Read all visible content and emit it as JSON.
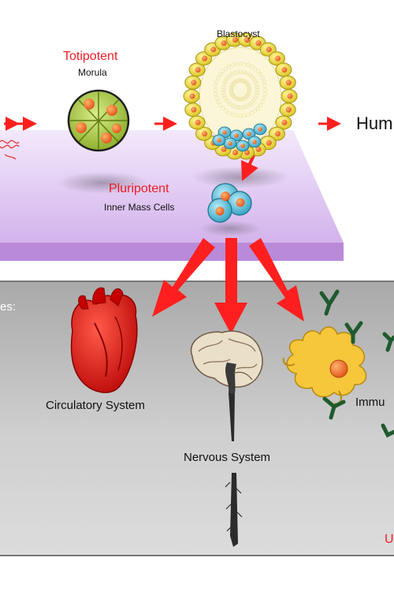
{
  "stages": {
    "totipotent": {
      "label": "Totipotent",
      "cell": "Morula"
    },
    "blastocyst": {
      "label": "Blastocyst"
    },
    "pluripotent": {
      "label": "Pluripotent",
      "cell": "Inner Mass Cells"
    },
    "human": {
      "label": "Hum"
    }
  },
  "panel": {
    "heading": "es:",
    "corner": "U"
  },
  "outcomes": {
    "circulatory": "Circulatory System",
    "nervous": "Nervous System",
    "immune": "Immu"
  },
  "colors": {
    "accent_red": "#ff1f1f",
    "label_red": "#ee1c24",
    "platform": "#dcc3ef",
    "panel_gray": "#c9c9c9",
    "morula_green": "#a4c639",
    "blastocyst_yellow": "#f2e34a",
    "cell_teal": "#4bb6d0",
    "heart_red": "#d40000",
    "immune_yellow": "#f6c63b",
    "antibody_green": "#1f5a2f"
  },
  "icons": [
    "heart-icon",
    "brain-icon",
    "macrophage-icon",
    "antibody-icon",
    "dna-icon"
  ]
}
